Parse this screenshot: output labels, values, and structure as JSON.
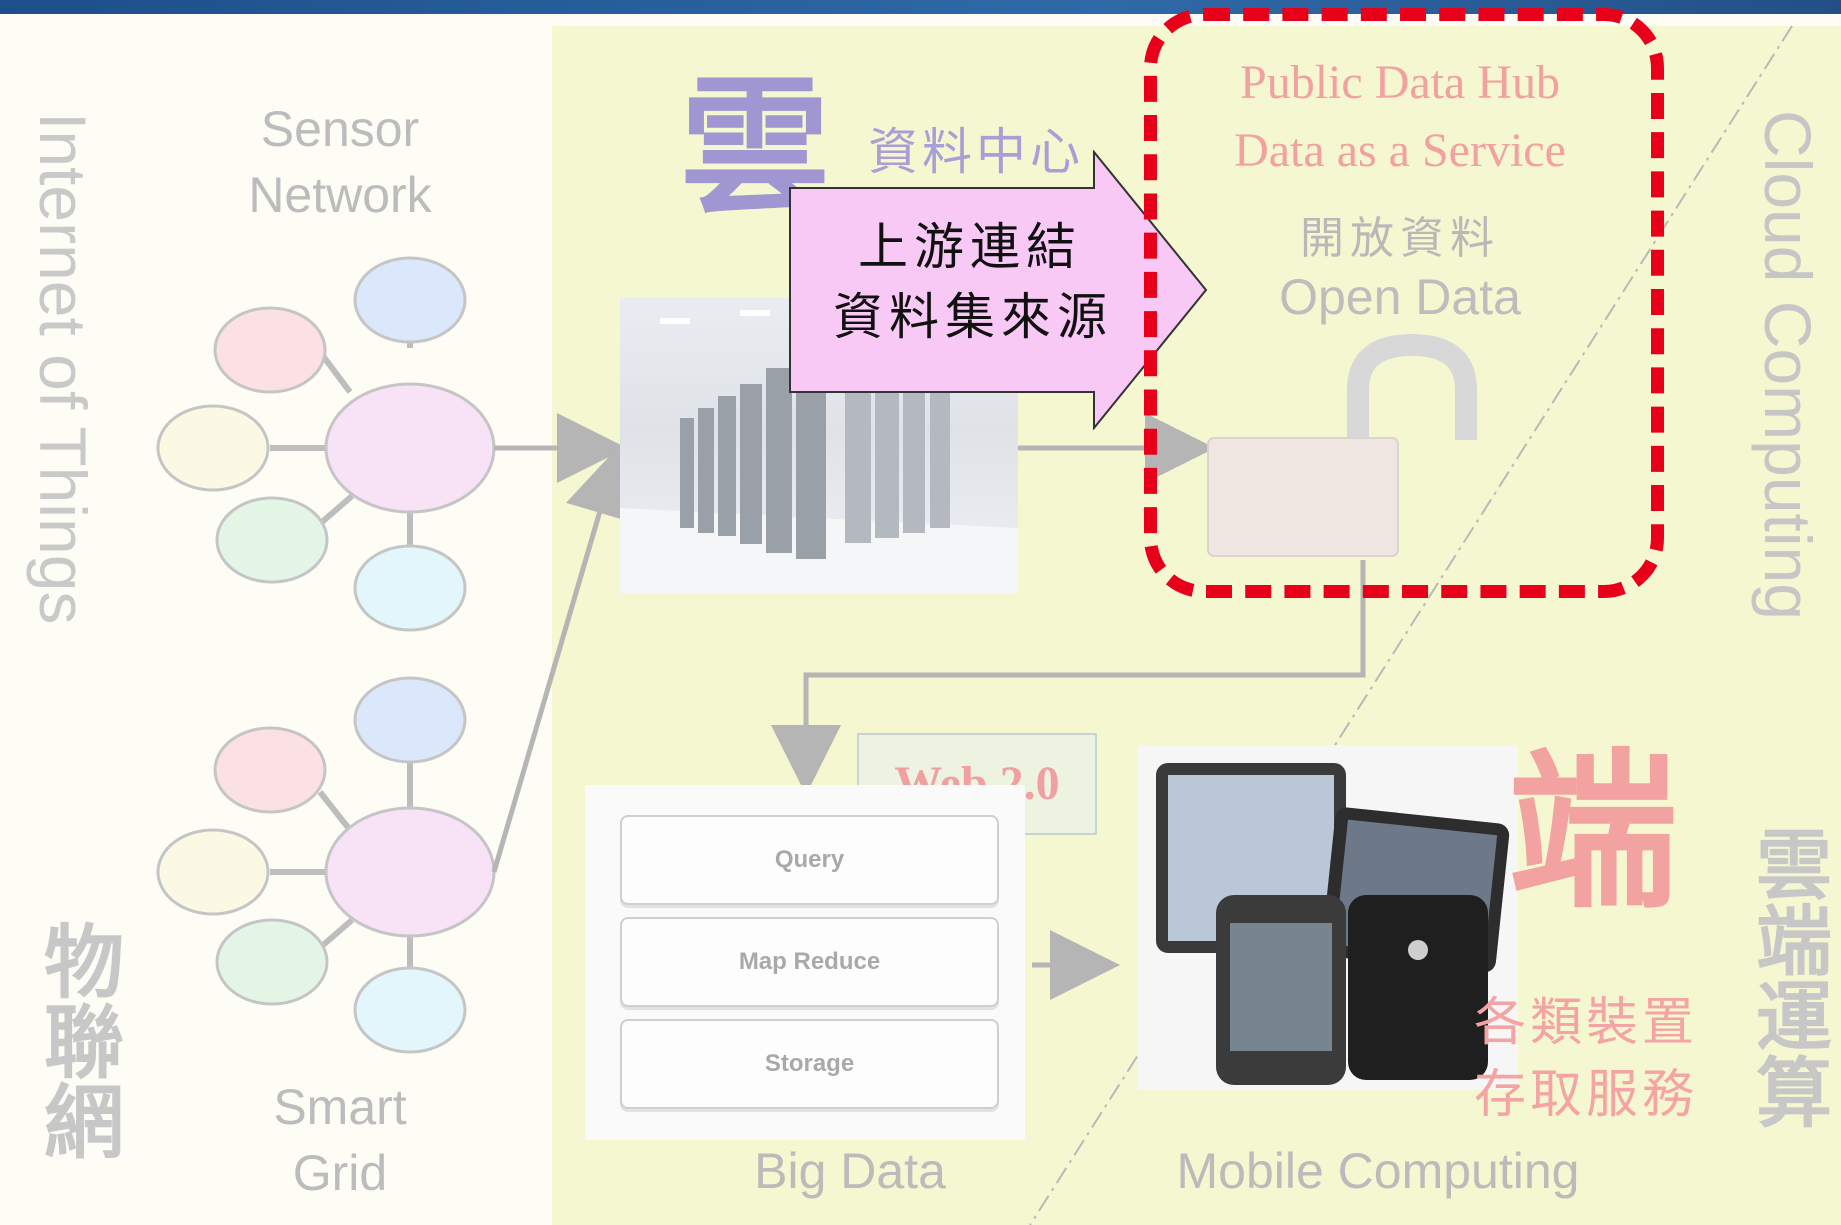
{
  "left_title": {
    "en": "Internet of Things",
    "zh": "物聯網"
  },
  "right_title": {
    "en": "Cloud Computing",
    "zh": "雲端運算"
  },
  "iot": {
    "top_label": "Sensor\nNetwork",
    "bottom_label": "Smart\nGrid"
  },
  "cloud": {
    "glyph": "雲",
    "subtitle": "資料中心"
  },
  "callout": {
    "line1": "上游連結",
    "line2": "資料集來源"
  },
  "open_data": {
    "line1": "Public Data Hub",
    "line2": "Data as a Service",
    "zh": "開放資料",
    "en": "Open Data"
  },
  "big_data": {
    "web_badge": "Web 2.0",
    "layers": [
      "Query",
      "Map Reduce",
      "Storage"
    ],
    "label": "Big Data"
  },
  "device": {
    "glyph": "端",
    "line1": "各類裝置",
    "line2": "存取服務",
    "label": "Mobile Computing"
  },
  "colors": {
    "red_highlight": "#e8001a",
    "callout_fill": "#f9c9f6",
    "cloud_bg": "#f4f7cf",
    "accent_purple": "#8c7fc6",
    "accent_pink": "#f29b9b"
  }
}
